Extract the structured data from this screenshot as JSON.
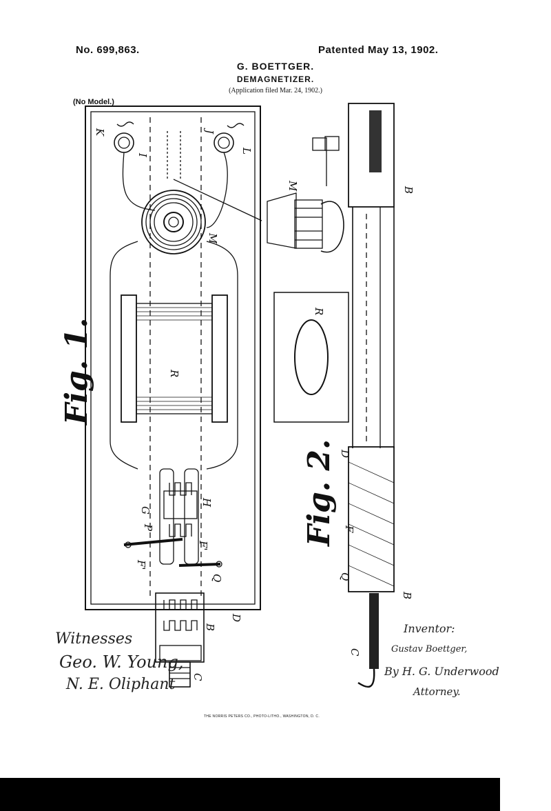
{
  "header": {
    "patent_number": "No. 699,863.",
    "patent_date": "Patented May 13, 1902.",
    "inventor": "G. BOETTGER.",
    "title": "DEMAGNETIZER.",
    "application": "(Application filed Mar. 24, 1902.)",
    "model_note": "(No Model.)"
  },
  "figures": {
    "fig1_label": "Fig. 1.",
    "fig2_label": "Fig. 2."
  },
  "letters": {
    "K": "K",
    "I": "I",
    "J": "J",
    "L": "L",
    "M": "M",
    "R": "R",
    "P": "P",
    "G": "G",
    "H": "H",
    "F1": "F'",
    "F2": "F'",
    "Q": "Q",
    "B": "B",
    "D": "D",
    "C": "C",
    "F": "F"
  },
  "signatures": {
    "witnesses_label": "Witnesses",
    "witness_1": "Geo. W. Young,",
    "witness_2": "N. E. Oliphant",
    "inventor_label": "Inventor:",
    "inventor_name": "Gustav Boettger,",
    "by_attorney": "By H. G. Underwood",
    "attorney_label": "Attorney."
  },
  "footer": {
    "printer": "THE NORRIS PETERS CO., PHOTO-LITHO., WASHINGTON, D. C."
  }
}
